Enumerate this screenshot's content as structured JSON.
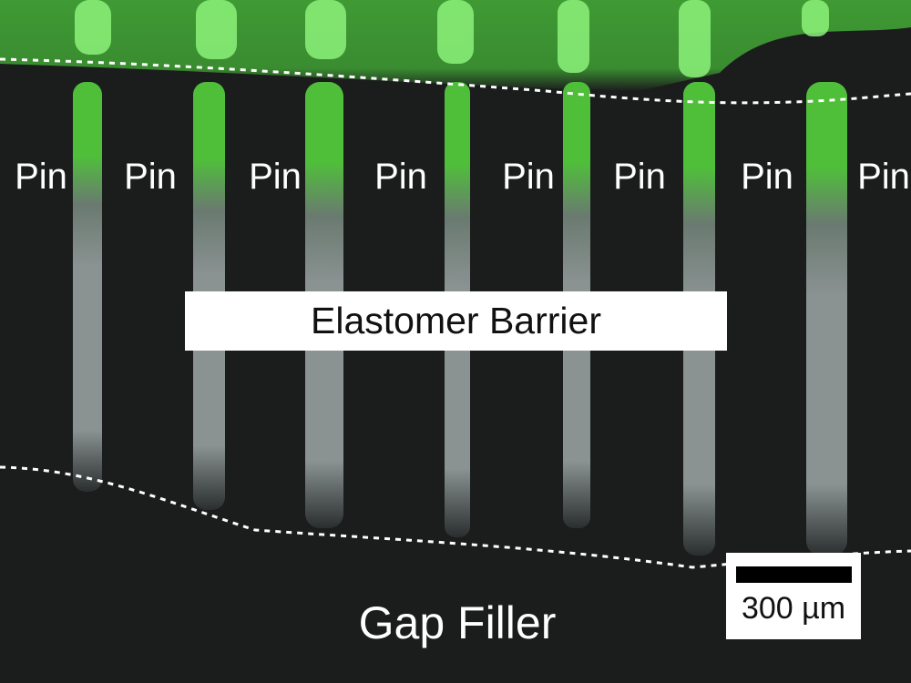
{
  "pins": [
    "Pin",
    "Pin",
    "Pin",
    "Pin",
    "Pin",
    "Pin",
    "Pin",
    "Pin"
  ],
  "barrier_label": "Elastomer Barrier",
  "gap_filler_label": "Gap Filler",
  "scale_bar_label": "300 µm",
  "colors": {
    "background": "#1b1d1d",
    "channel": "#8a9292",
    "fluorescence": "#4fbf3a",
    "bright": "#8cf27a"
  }
}
